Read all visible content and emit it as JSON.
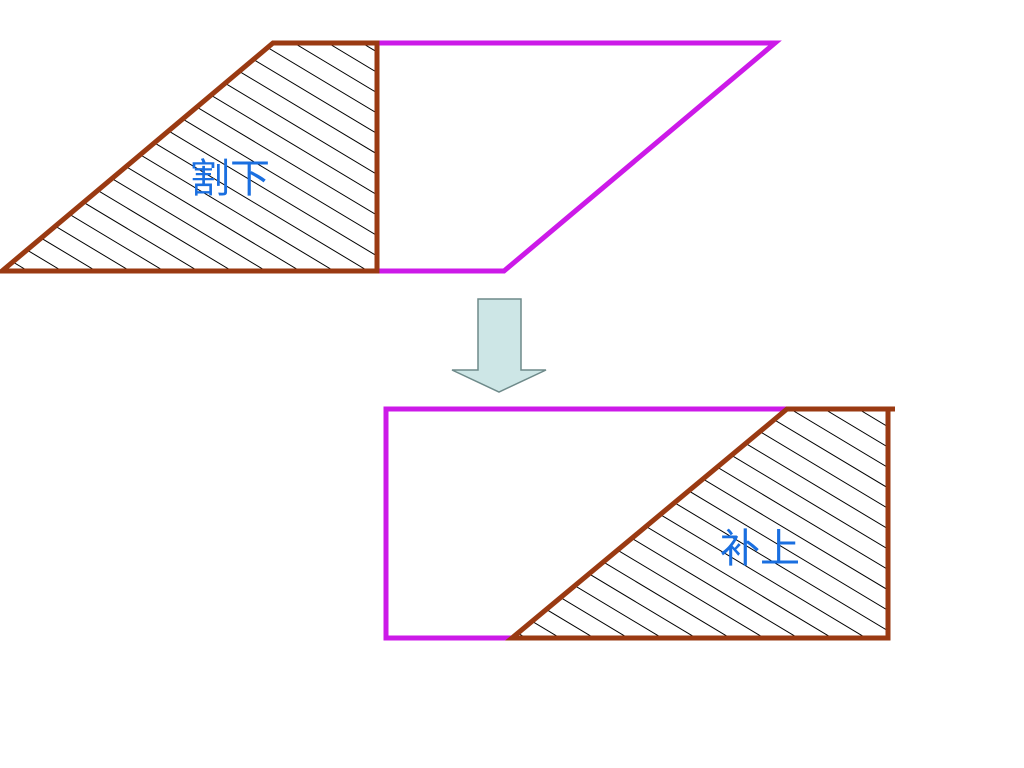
{
  "labels": {
    "cut": "割下",
    "fill": "补上"
  },
  "colors": {
    "background": "#ffffff",
    "cut_piece_outline": "#9a3a12",
    "remaining_outline": "#cc1ae8",
    "hatch": "#000000",
    "label_text": "#1a6fe0",
    "arrow_fill": "#cde6e6",
    "arrow_stroke": "#6e8a8a"
  },
  "arrow": {
    "direction": "down",
    "icon": "down-arrow-icon"
  }
}
